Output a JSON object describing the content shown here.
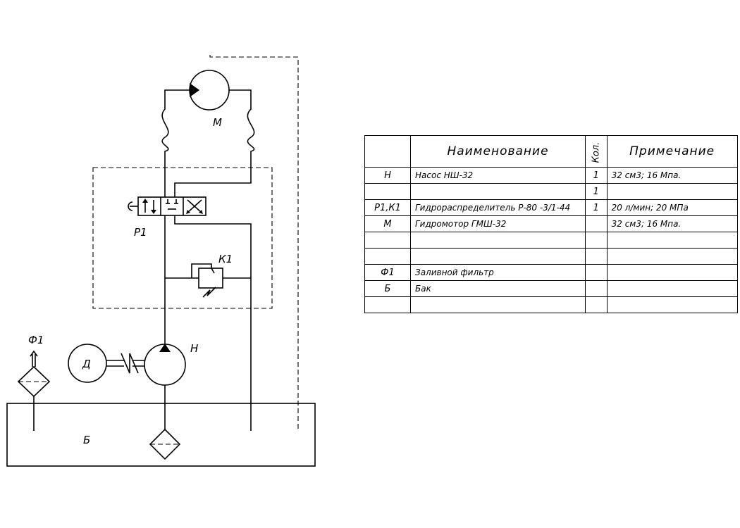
{
  "diagram": {
    "labels": {
      "motor": "М",
      "distributor": "Р1",
      "valve": "К1",
      "pump": "Н",
      "electric_motor": "Д",
      "filter": "Ф1",
      "tank": "Б"
    }
  },
  "spec_table": {
    "headers": {
      "designation": "",
      "name": "Наименование",
      "qty": "Кол.",
      "note": "Примечание"
    },
    "rows": [
      {
        "pos": "Н",
        "name": "Насос НШ-32",
        "qty": "1",
        "note": "32 см3; 16 Мпа."
      },
      {
        "pos": "",
        "name": "",
        "qty": "1",
        "note": ""
      },
      {
        "pos": "Р1,К1",
        "name": "Гидрораспределитель Р-80 -3/1-44",
        "qty": "1",
        "note": "20 л/мин; 20 МПа"
      },
      {
        "pos": "М",
        "name": "Гидромотор ГМШ-32",
        "qty": "",
        "note": "32 см3; 16 Мпа."
      },
      {
        "pos": "",
        "name": "",
        "qty": "",
        "note": ""
      },
      {
        "pos": "",
        "name": "",
        "qty": "",
        "note": ""
      },
      {
        "pos": "Ф1",
        "name": "Заливной фильтр",
        "qty": "",
        "note": ""
      },
      {
        "pos": "Б",
        "name": "Бак",
        "qty": "",
        "note": ""
      },
      {
        "pos": "",
        "name": "",
        "qty": "",
        "note": ""
      }
    ]
  }
}
